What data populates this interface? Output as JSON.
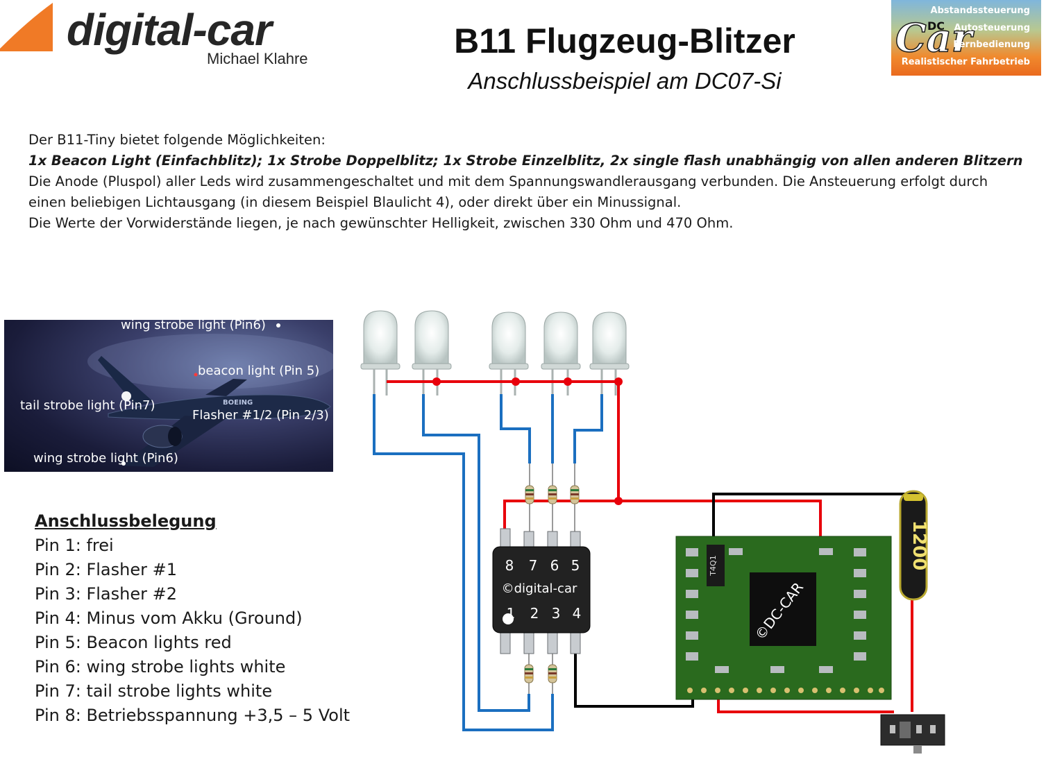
{
  "header": {
    "logo_brand": "digital-car",
    "logo_sub": "Michael Klahre",
    "title": "B11 Flugzeug-Blitzer",
    "subtitle": "Anschlussbeispiel am DC07-Si"
  },
  "dccar_logo": {
    "big": "Car",
    "dc": "DC",
    "features": [
      "Abstandssteuerung",
      "Autosteuerung",
      "Fernbedienung",
      "Realistischer Fahrbetrieb"
    ]
  },
  "description": {
    "line1": "Der B11-Tiny bietet folgende Möglichkeiten:",
    "line2": "1x Beacon Light (Einfachblitz); 1x Strobe Doppelblitz; 1x Strobe Einzelblitz, 2x single flash unabhängig von allen anderen Blitzern",
    "line3": "Die Anode (Pluspol) aller Leds wird zusammengeschaltet und mit dem Spannungswandlerausgang verbunden. Die Ansteuerung erfolgt durch",
    "line4": "einen beliebigen Lichtausgang (in diesem Beispiel Blaulicht 4), oder direkt über ein Minussignal.",
    "line5": "Die Werte der Vorwiderstände liegen, je nach gewünschter Helligkeit,  zwischen 330 Ohm und 470 Ohm."
  },
  "plane_labels": {
    "wing_top": "wing strobe light (Pin6)",
    "beacon": "beacon light (Pin 5)",
    "tail": "tail strobe light (Pin7)",
    "flasher": "Flasher  #1/2 (Pin 2/3)",
    "wing_bottom": "wing strobe light (Pin6)",
    "fuselage_text": "BOEING"
  },
  "pins": {
    "heading": "Anschlussbelegung",
    "items": [
      "Pin 1: frei",
      "Pin 2: Flasher #1",
      "Pin 3: Flasher #2",
      "Pin 4: Minus vom Akku (Ground)",
      "Pin 5: Beacon lights red",
      "Pin 6: wing strobe lights white",
      "Pin 7: tail strobe lights white",
      "Pin 8: Betriebsspannung  +3,5 – 5 Volt"
    ]
  },
  "chip": {
    "top_pins": [
      "8",
      "7",
      "6",
      "5"
    ],
    "label": "©digital-car",
    "bottom_pins": [
      "1",
      "2",
      "3",
      "4"
    ]
  },
  "board": {
    "label": "©DC-CAR",
    "small_label": "T4Q1"
  },
  "battery": {
    "label": "1200"
  },
  "colors": {
    "wire_red": "#e8000b",
    "wire_blue": "#1b6fc0",
    "wire_black": "#000000",
    "pcb_green": "#2a6a1e"
  }
}
